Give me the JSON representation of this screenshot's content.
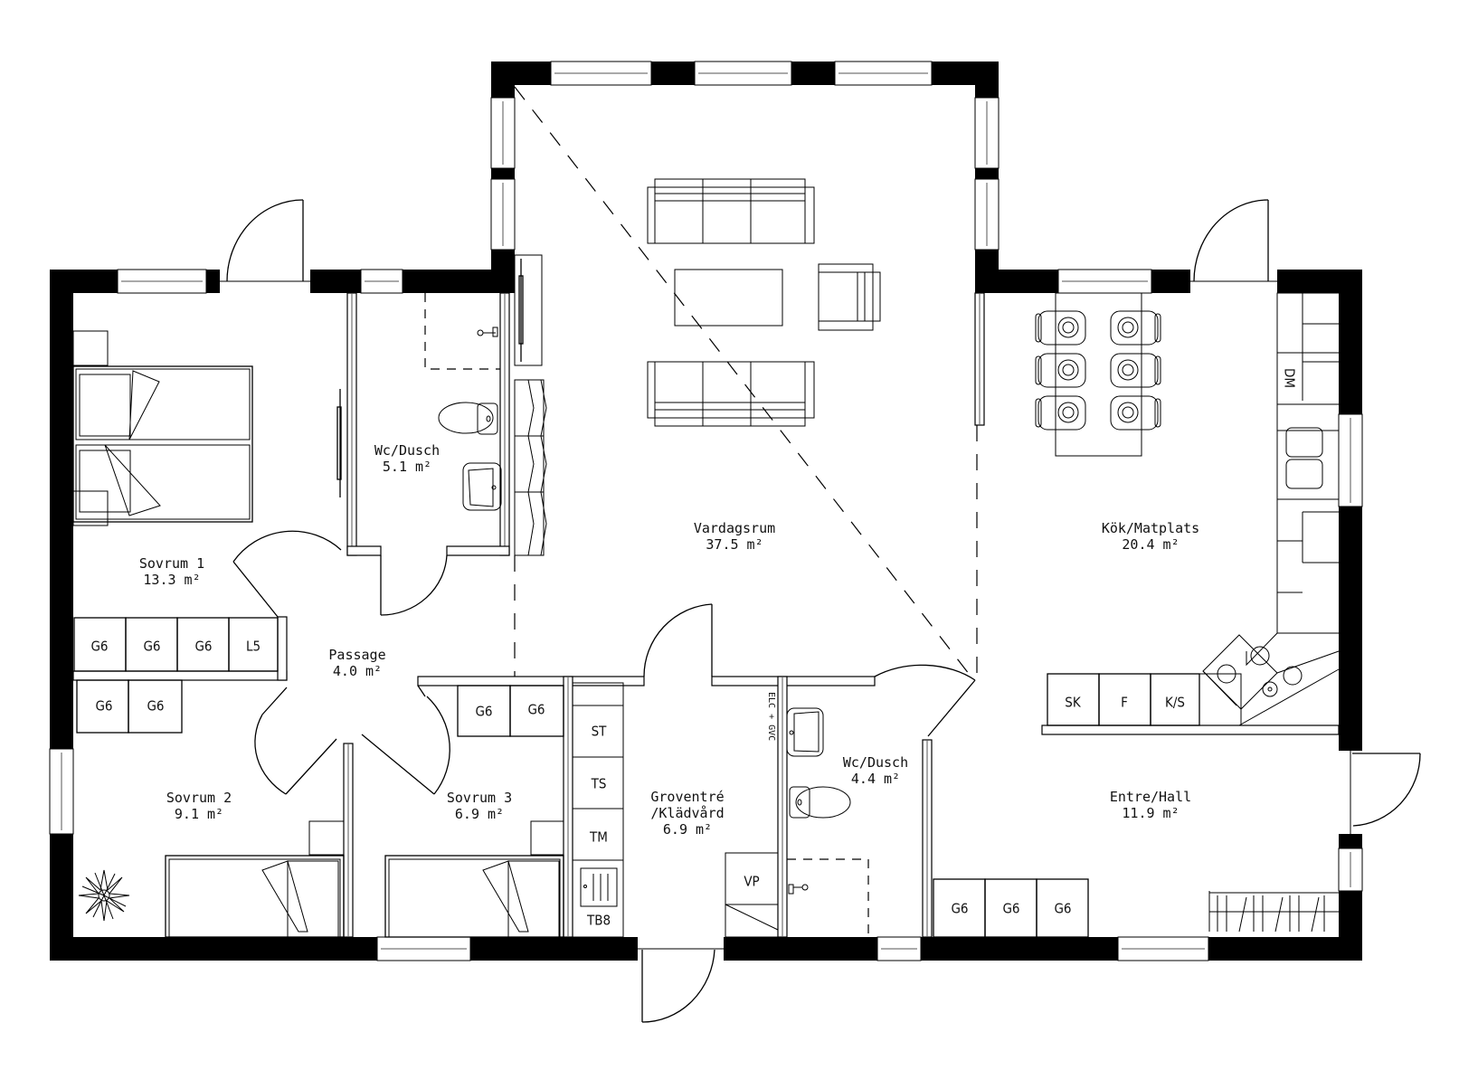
{
  "plan": {
    "type": "floor-plan",
    "colors": {
      "wall": "#000000",
      "line": "#000000",
      "background": "#ffffff"
    }
  },
  "rooms": {
    "sovrum1": {
      "name": "Sovrum 1",
      "area": "13.3 m²"
    },
    "wc_dusch_1": {
      "name": "Wc/Dusch",
      "area": "5.1 m²"
    },
    "vardagsrum": {
      "name": "Vardagsrum",
      "area": "37.5 m²"
    },
    "kok_matplats": {
      "name": "Kök/Matplats",
      "area": "20.4 m²"
    },
    "passage": {
      "name": "Passage",
      "area": "4.0 m²"
    },
    "sovrum2": {
      "name": "Sovrum 2",
      "area": "9.1 m²"
    },
    "sovrum3": {
      "name": "Sovrum 3",
      "area": "6.9 m²"
    },
    "groventre": {
      "name_line1": "Groventré",
      "name_line2": "/Klädvård",
      "area": "6.9 m²"
    },
    "wc_dusch_2": {
      "name": "Wc/Dusch",
      "area": "4.4 m²"
    },
    "entre_hall": {
      "name": "Entre/Hall",
      "area": "11.9 m²"
    }
  },
  "cabinets": {
    "sovrum1_row": [
      "G6",
      "G6",
      "G6",
      "L5"
    ],
    "sovrum2_row": [
      "G6",
      "G6"
    ],
    "sovrum3_row": [
      "G6",
      "G6"
    ],
    "groventre_column": [
      "ST",
      "TS",
      "TM",
      "TB8"
    ],
    "vp": "VP",
    "elc_note": "ELC + GVC",
    "kitchen_row": [
      "SK",
      "F",
      "K/S"
    ],
    "kitchen_dm": "DM",
    "hall_row": [
      "G6",
      "G6",
      "G6"
    ]
  },
  "furniture": {
    "icons": [
      "double-bed",
      "single-bed",
      "sofa",
      "armchair",
      "coffee-table",
      "dining-table",
      "dining-chair",
      "toilet",
      "sink",
      "shower",
      "stove",
      "plant",
      "wardrobe",
      "drying-cabinet",
      "coat-rack"
    ]
  }
}
